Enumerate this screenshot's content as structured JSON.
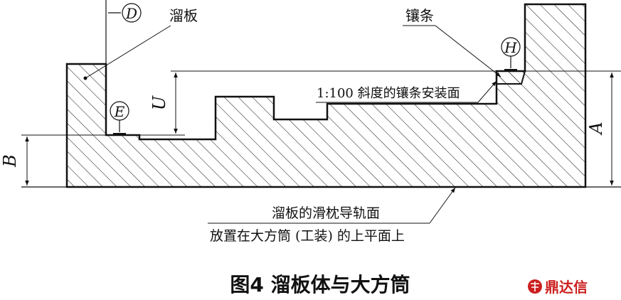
{
  "diagram": {
    "labels": {
      "saddle": "溜板",
      "gib": "镶条",
      "slope_surface": "1:100 斜度的镶条安装面",
      "guide_surface": "溜板的滑枕导轨面",
      "placement": "放置在大方筒 (工装) 的上平面上"
    },
    "dimensions": {
      "A": "A",
      "B": "B",
      "U": "U"
    },
    "measure_points": {
      "D": "D",
      "E": "E",
      "H": "H"
    },
    "caption": "图4  溜板体与大方筒",
    "logo": "鼎达信",
    "colors": {
      "line": "#111111",
      "logo": "#cc1f1f"
    }
  }
}
